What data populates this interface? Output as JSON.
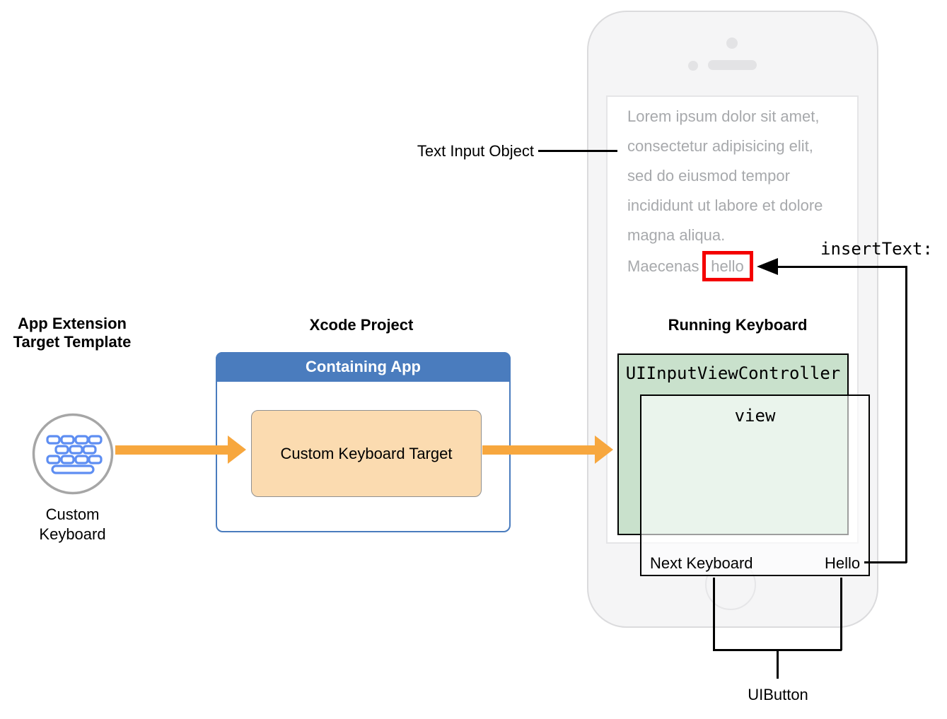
{
  "left": {
    "heading_line1": "App Extension",
    "heading_line2": "Target Template",
    "icon": "keyboard-icon",
    "caption_line1": "Custom",
    "caption_line2": "Keyboard"
  },
  "xcode": {
    "heading": "Xcode Project",
    "containing_app": "Containing App",
    "target": "Custom Keyboard Target"
  },
  "phone": {
    "heading": "Running Keyboard",
    "lorem_lines": [
      "Lorem ipsum dolor sit amet,",
      "consectetur adipisicing elit,",
      "sed do eiusmod tempor",
      "incididunt ut labore et dolore",
      "magna aliqua.",
      "Maecenas"
    ],
    "inserted_word": "hello",
    "controller": "UIInputViewController",
    "view": "view",
    "next_keyboard": "Next Keyboard",
    "hello": "Hello"
  },
  "annotations": {
    "text_input_object": "Text Input Object",
    "insert_text": "insertText:",
    "uibutton": "UIButton"
  },
  "colors": {
    "blue": "#4A7CBE",
    "peach": "#FBDBB0",
    "green": "#C9E1CC",
    "orange": "#F7A73E",
    "red": "#F40000",
    "key_blue": "#5E8EF2",
    "gray_text": "#A7A9AC"
  }
}
